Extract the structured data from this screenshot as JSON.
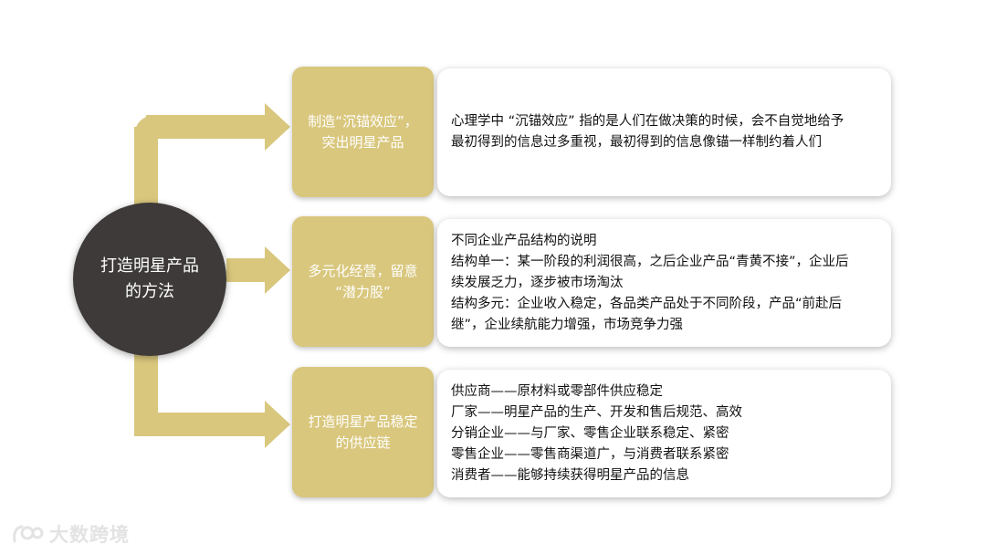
{
  "center": {
    "title_lines": [
      "打造明星产品",
      "的方法"
    ]
  },
  "branches": [
    {
      "label_lines": [
        "制造“沉锚效应”，",
        "突出明星产品"
      ],
      "description_lines": [
        "心理学中 “沉锚效应” 指的是人们在做决策的时候，会不自觉地给予",
        "最初得到的信息过多重视，最初得到的信息像锚一样制约着人们"
      ]
    },
    {
      "label_lines": [
        "多元化经营，留意",
        "“潜力股”"
      ],
      "description_lines": [
        "不同企业产品结构的说明",
        "结构单一：某一阶段的利润很高，之后企业产品“青黄不接”，企业后",
        "续发展乏力，逐步被市场淘汰",
        "结构多元：企业收入稳定，各品类产品处于不同阶段，产品“前赴后",
        "继”，企业续航能力增强，市场竞争力强"
      ]
    },
    {
      "label_lines": [
        "打造明星产品稳定",
        "的供应链"
      ],
      "description_lines": [
        "供应商——原材料或零部件供应稳定",
        "厂家——明星产品的生产、开发和售后规范、高效",
        "分销企业——与厂家、零售企业联系稳定、紧密",
        "零售企业——零售商渠道广，与消费者联系紧密",
        "消费者——能够持续获得明星产品的信息"
      ]
    }
  ],
  "watermark": {
    "text": "大数跨境"
  },
  "colors": {
    "circle": "#3d3a39",
    "gold": "#d9c77d",
    "text_dark": "#111111"
  }
}
